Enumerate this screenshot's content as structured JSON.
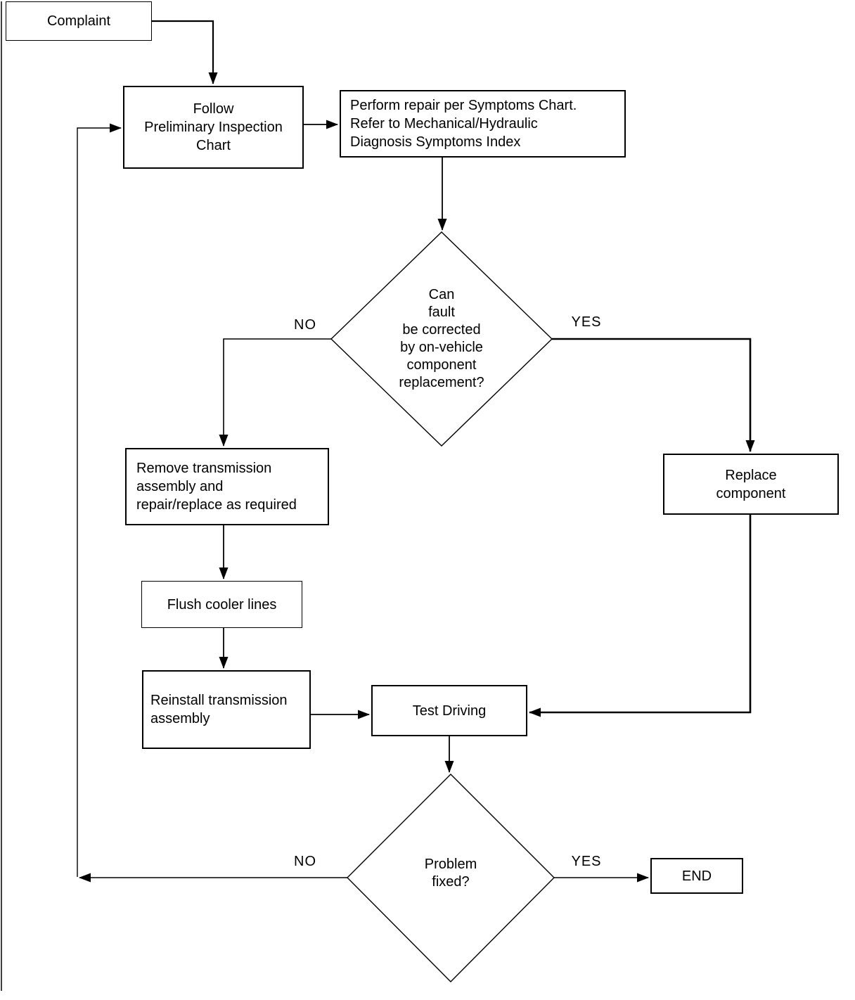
{
  "nodes": {
    "complaint": "Complaint",
    "follow": "Follow\nPreliminary Inspection\nChart",
    "perform": "Perform repair per Symptoms Chart.\nRefer to Mechanical/Hydraulic\nDiagnosis Symptoms Index",
    "fault_decision": "Can\nfault\nbe corrected\nby on-vehicle\ncomponent\nreplacement?",
    "remove": "Remove transmission\nassembly and\nrepair/replace as required",
    "replace": "Replace\ncomponent",
    "flush": "Flush cooler lines",
    "reinstall": "Reinstall transmission\nassembly",
    "test": "Test Driving",
    "fixed_decision": "Problem\nfixed?",
    "end": "END"
  },
  "labels": {
    "fault_no": "NO",
    "fault_yes": "YES",
    "fixed_no": "NO",
    "fixed_yes": "YES"
  },
  "colors": {
    "line": "#000000",
    "background": "#ffffff"
  }
}
